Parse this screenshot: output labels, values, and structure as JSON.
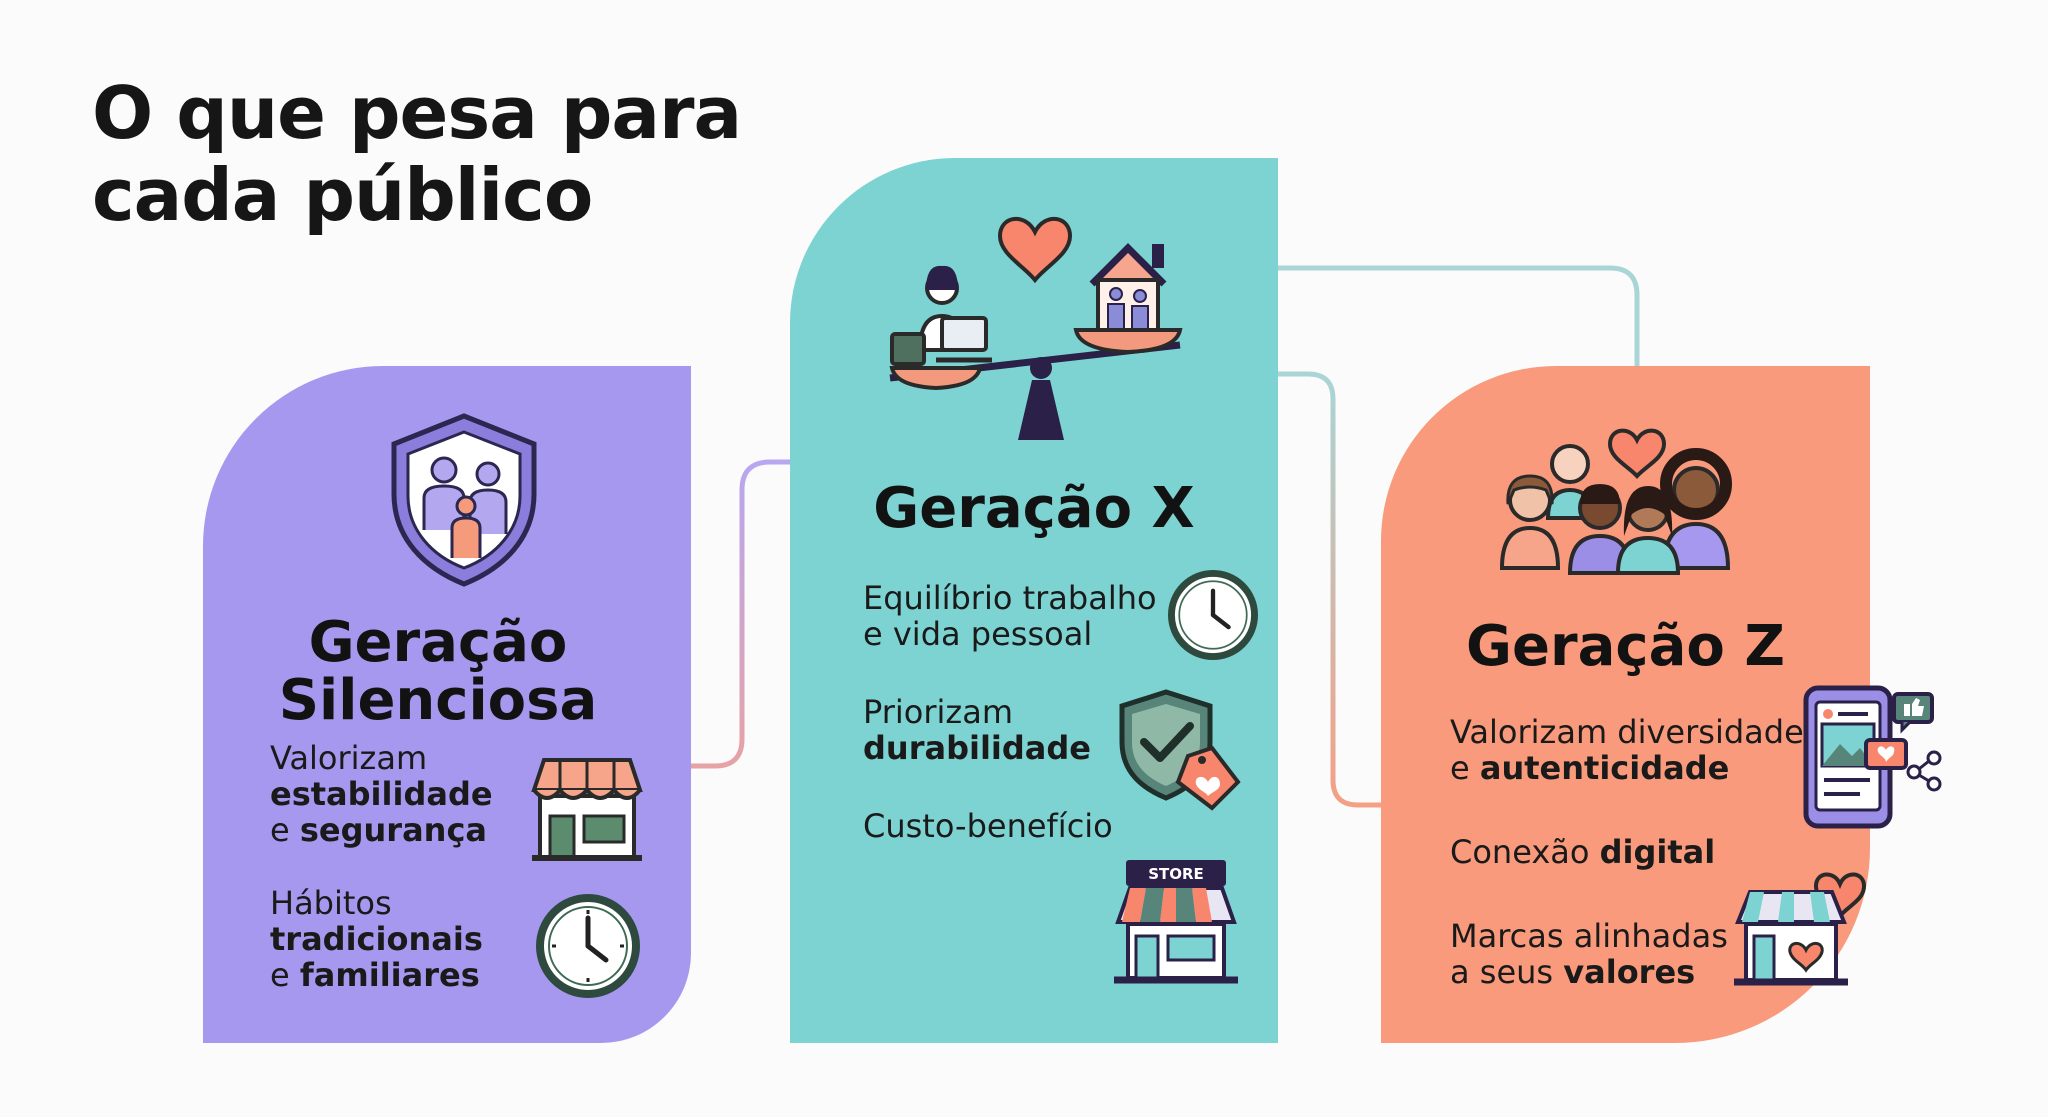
{
  "title": {
    "line1": "O que pesa para",
    "line2": "cada público"
  },
  "cards": {
    "silenciosa": {
      "heading_line1": "Geração",
      "heading_line2": "Silenciosa",
      "color": "#a598ee",
      "items": [
        {
          "line1": "Valorizam",
          "line2_bold": "estabilidade",
          "line3_prefix": "e ",
          "line3_bold": "segurança"
        },
        {
          "line1": "Hábitos",
          "line2_bold": "tradicionais",
          "line3_prefix": "e ",
          "line3_bold": "familiares"
        }
      ]
    },
    "x": {
      "heading": "Geração X",
      "color": "#7dd3d2",
      "items": [
        {
          "line1": "Equilíbrio trabalho",
          "line2": "e vida pessoal"
        },
        {
          "line1": "Priorizam",
          "line2_bold": "durabilidade"
        },
        {
          "line1": "Custo-benefício"
        }
      ],
      "store_sign": "STORE"
    },
    "z": {
      "heading": "Geração Z",
      "color": "#f99a7c",
      "items": [
        {
          "line1": "Valorizam diversidade",
          "line2_prefix": "e ",
          "line2_bold": "autenticidade"
        },
        {
          "prefix": "Conexão ",
          "bold": "digital"
        },
        {
          "line1": "Marcas alinhadas",
          "line2_prefix": "a seus ",
          "line2_bold": "valores"
        }
      ]
    }
  },
  "icons": {
    "silenciosa": [
      "shield-family-icon",
      "storefront-icon",
      "clock-icon"
    ],
    "x": [
      "work-life-balance-scale-icon",
      "clock-icon",
      "shield-check-tag-icon",
      "store-icon"
    ],
    "z": [
      "diverse-people-icon",
      "social-phone-icon",
      "heart-store-icon"
    ]
  }
}
